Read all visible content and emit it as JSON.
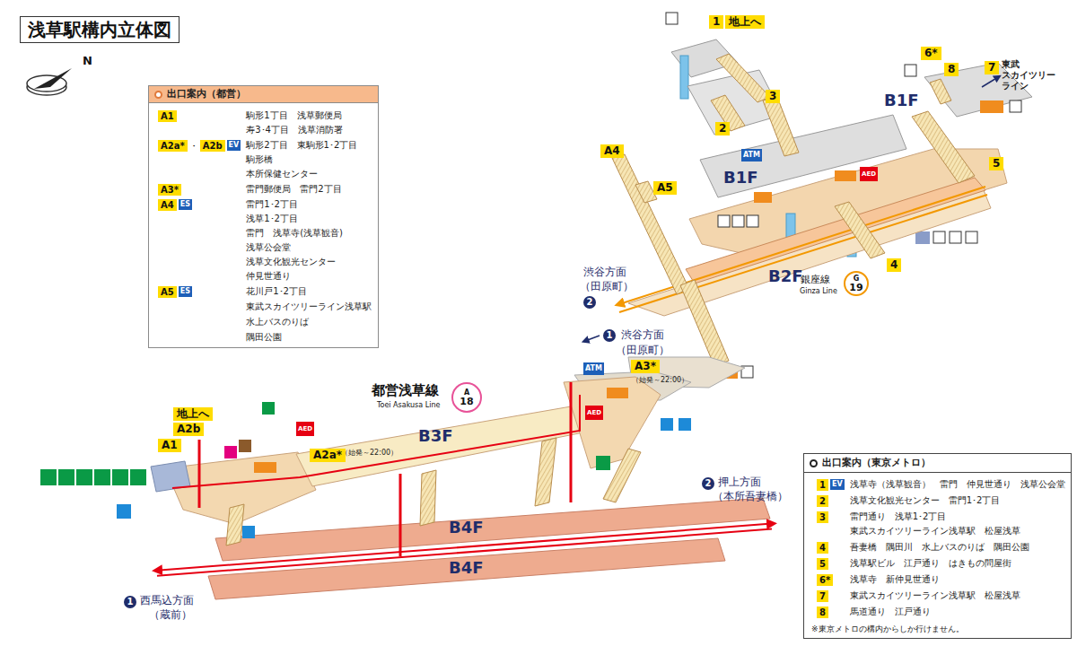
{
  "diagram": {
    "title": "浅草駅構内立体図",
    "nodes": [
      {
        "text": [
          "出口案内（都営）",
          "A1",
          "駒形1丁目　浅草郵便局",
          "寿3･4丁目　浅草消防署",
          "A2a*",
          "・",
          "A2b",
          "EV",
          "駒形2丁目　東駒形1･2丁目",
          "駒形橋",
          "本所保健センター",
          "A3*",
          "雷門郵便局　雷門2丁目",
          "A4",
          "ES",
          "雷門1･2丁目",
          "浅草1･2丁目",
          "雷門　浅草寺(浅草観音)",
          "浅草公会堂",
          "浅草文化観光センター",
          "仲見世通り",
          "A5",
          "ES",
          "花川戸1･2丁目",
          "東武スカイツリーライン浅草駅",
          "水上バスのりば",
          "隅田公園"
        ]
      },
      {
        "text": [
          "出口案内（東京メトロ）",
          "1",
          "EV",
          "浅草寺（浅草観音）　雷門　仲見世通り　浅草公会堂",
          "2",
          "浅草文化観光センター　雷門1･2丁目",
          "3",
          "雷門通り　浅草1･2丁目",
          "東武スカイツリーライン浅草駅　松屋浅草",
          "4",
          "吾妻橋　隅田川　水上バスのりば　隅田公園",
          "5",
          "浅草駅ビル　江戸通り　はきもの問屋街",
          "6*",
          "浅草寺　新仲見世通り",
          "7",
          "東武スカイツリーライン浅草駅　松屋浅草",
          "8",
          "馬道通り　江戸通り",
          "※東京メトロの構内からしか行けません。"
        ]
      },
      {
        "text": [
          "1",
          "地上へ"
        ]
      },
      {
        "text": [
          "2"
        ]
      },
      {
        "text": [
          "3"
        ]
      },
      {
        "text": [
          "6*"
        ]
      },
      {
        "text": [
          "8"
        ]
      },
      {
        "text": [
          "7"
        ]
      },
      {
        "text": [
          "5"
        ]
      },
      {
        "text": [
          "4"
        ]
      },
      {
        "text": [
          "A4"
        ]
      },
      {
        "text": [
          "A5"
        ]
      },
      {
        "text": [
          "ATM"
        ]
      },
      {
        "text": [
          "AED"
        ]
      },
      {
        "text": [
          "G",
          "19"
        ]
      },
      {
        "text": [
          "2",
          "渋谷方面",
          "（田原町）"
        ]
      },
      {
        "text": [
          "1",
          "渋谷方面",
          "（田原町）"
        ]
      },
      {
        "text": [
          "A3*"
        ]
      },
      {
        "text": [
          "ATM"
        ]
      },
      {
        "text": [
          "AED"
        ]
      },
      {
        "text": [
          "A",
          "18"
        ]
      },
      {
        "text": [
          "地上へ"
        ]
      },
      {
        "text": [
          "A2b"
        ]
      },
      {
        "text": [
          "A1"
        ]
      },
      {
        "text": [
          "AED"
        ]
      },
      {
        "text": [
          "A2a*"
        ]
      },
      {
        "text": [
          "2",
          "押上方面",
          "（本所吾妻橋）"
        ]
      },
      {
        "text": [
          "1",
          "西馬込方面",
          "（蔵前）"
        ]
      }
    ],
    "labels": [
      "N",
      "B1F",
      "B1F",
      "東武 スカイツリー ライン",
      "B2F",
      "銀座線",
      "Ginza Line",
      "（始発～22:00）",
      "都営浅草線",
      "Toei Asakusa Line",
      "（始発～22:00）",
      "B3F",
      "B4F",
      "B4F"
    ]
  }
}
